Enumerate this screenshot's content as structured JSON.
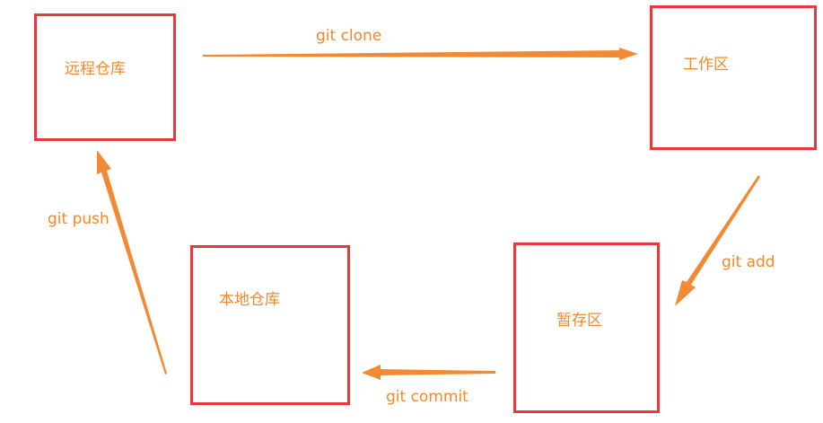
{
  "colors": {
    "box_border": "#e8383d",
    "text": "#f0892a",
    "arrow": "#f28a35"
  },
  "nodes": {
    "remote_repo": "远程仓库",
    "workspace": "工作区",
    "staging": "暂存区",
    "local_repo": "本地仓库"
  },
  "edges": {
    "clone": "git clone",
    "add": "git add",
    "commit": "git commit",
    "push": "git push"
  }
}
